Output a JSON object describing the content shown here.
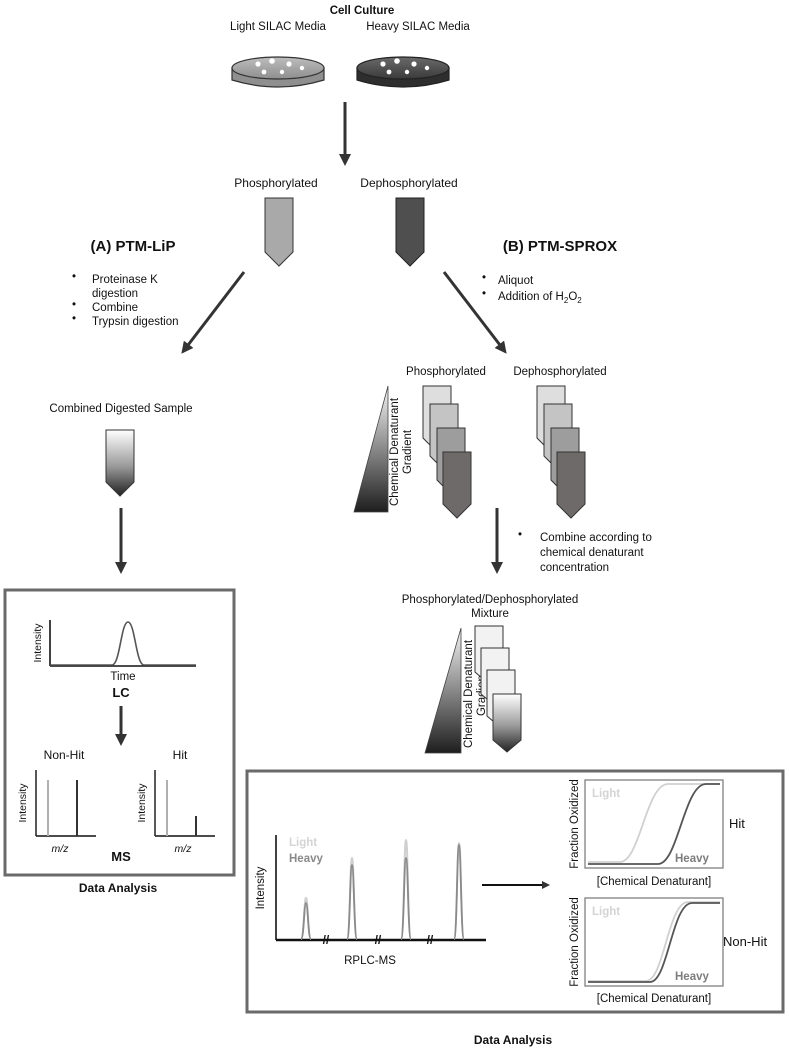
{
  "top": {
    "title": "Cell Culture",
    "light_media": "Light SILAC Media",
    "heavy_media": "Heavy SILAC Media",
    "phospho": "Phosphorylated",
    "dephospho": "Dephosphorylated"
  },
  "left": {
    "title": "(A) PTM-LiP",
    "steps": [
      "Proteinase K",
      "digestion",
      "Combine",
      "Trypsin digestion"
    ],
    "combined": "Combined Digested Sample",
    "lc": {
      "ylabel": "Intensity",
      "xlabel": "Time",
      "label": "LC"
    },
    "ms": {
      "nonhit": "Non-Hit",
      "hit": "Hit",
      "ylabel": "Intensity",
      "xlabel": "m/z",
      "label": "MS"
    },
    "analysis": "Data Analysis"
  },
  "right": {
    "title": "(B) PTM-SPROX",
    "steps": {
      "aliquot": "Aliquot",
      "h2o2_prefix": "Addition of H",
      "h2o2_sub1": "2",
      "h2o2_mid": "O",
      "h2o2_sub2": "2"
    },
    "phospho": "Phosphorylated",
    "dephospho": "Dephosphorylated",
    "gradient": {
      "line1": "Chemical Denaturant",
      "line2": "Gradient"
    },
    "combine_note": [
      "Combine according to",
      "chemical denaturant",
      "concentration"
    ],
    "mixture": {
      "line1": "Phosphorylated/Dephosphorylated",
      "line2": "Mixture"
    },
    "rplc": {
      "light": "Light",
      "heavy": "Heavy",
      "ylabel": "Intensity",
      "xlabel": "RPLC-MS",
      "breaks": [
        "//",
        "//",
        "//"
      ]
    },
    "curves": {
      "ylabel": "Fraction Oxidized",
      "xlabel": "[Chemical Denaturant]",
      "light": "Light",
      "heavy": "Heavy",
      "hit": "Hit",
      "nonhit": "Non-Hit"
    },
    "analysis": "Data Analysis"
  },
  "colors": {
    "light_sample": "#a8a8a8",
    "heavy_sample": "#4f4f4f",
    "light_trace": "#cfcfcf",
    "heavy_trace": "#8a8a8a",
    "dark": "#333333"
  }
}
